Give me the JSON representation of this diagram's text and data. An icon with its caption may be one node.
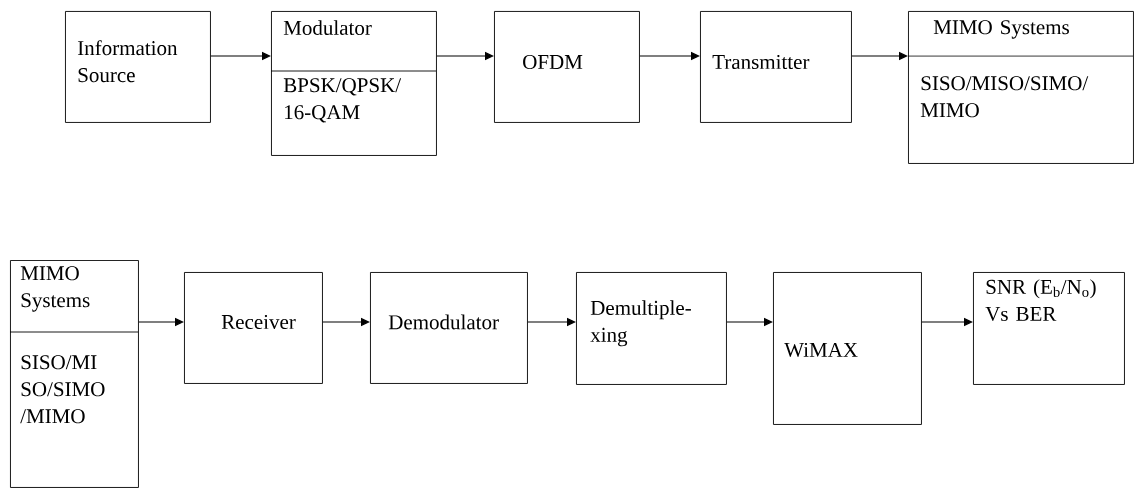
{
  "diagram": {
    "nodes": [
      {
        "text": [
          "Information Source"
        ]
      },
      {
        "text": [
          "Modulator",
          "BPSK/QPSK/ 16-QAM"
        ]
      },
      {
        "text": [
          "OFDM"
        ]
      },
      {
        "text": [
          "Transmitter"
        ]
      },
      {
        "text": [
          "MIMO Systems",
          "SISO/MISO/SIMO/ MIMO"
        ]
      },
      {
        "text": [
          "MIMO Systems",
          "SISO/MI SO/SIMO /MIMO"
        ]
      },
      {
        "text": [
          "Receiver"
        ]
      },
      {
        "text": [
          "Demodulator"
        ]
      },
      {
        "text": [
          "Demultiple- xing"
        ]
      },
      {
        "text": [
          "WiMAX"
        ]
      },
      {
        "text": [
          "SNR (E$_{b}$/N$_{o}$) Vs BER"
        ]
      }
    ],
    "edges": [
      {
        "from": 0,
        "to": 1,
        "arrow": "to"
      },
      {
        "from": 1,
        "to": 2,
        "arrow": "to"
      },
      {
        "from": 2,
        "to": 3,
        "arrow": "to"
      },
      {
        "from": 3,
        "to": 4,
        "arrow": "to"
      },
      {
        "from": 5,
        "to": 6,
        "arrow": "to"
      },
      {
        "from": 6,
        "to": 7,
        "arrow": "to"
      },
      {
        "from": 7,
        "to": 8,
        "arrow": "to"
      },
      {
        "from": 8,
        "to": 9,
        "arrow": "to"
      },
      {
        "from": 9,
        "to": 10,
        "arrow": "to"
      }
    ]
  }
}
